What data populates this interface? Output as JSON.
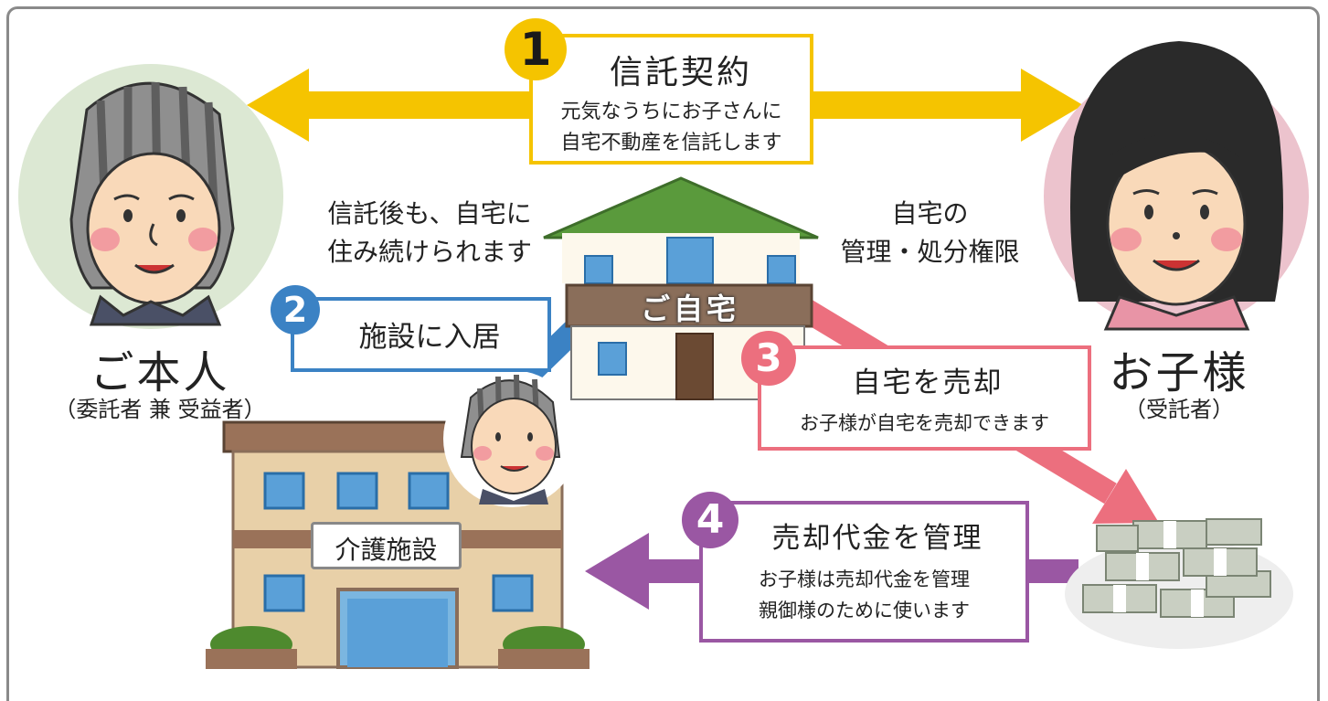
{
  "colors": {
    "yellow": "#f5c400",
    "blue": "#3b82c4",
    "pink": "#ec6f7e",
    "purple": "#9a57a3",
    "frame": "#8a8a8a"
  },
  "step1": {
    "number": "1",
    "title": "信託契約",
    "line1": "元気なうちにお子さんに",
    "line2": "自宅不動産を信託します"
  },
  "step2": {
    "number": "2",
    "title": "施設に入居"
  },
  "step3": {
    "number": "3",
    "title": "自宅を売却",
    "line1": "お子様が自宅を売却できます"
  },
  "step4": {
    "number": "4",
    "title": "売却代金を管理",
    "line1": "お子様は売却代金を管理",
    "line2": "親御様のために使います"
  },
  "principal": {
    "name": "ご本人",
    "role": "（委託者 兼 受益者）"
  },
  "child": {
    "name": "お子様",
    "role": "（受託者）"
  },
  "note_left": {
    "line1": "信託後も、自宅に",
    "line2": "住み続けられます"
  },
  "note_right": {
    "line1": "自宅の",
    "line2": "管理・処分権限"
  },
  "home_label": "ご自宅",
  "facility_label": "介護施設",
  "icons": [
    "elderly-man-icon",
    "child-woman-icon",
    "house-icon",
    "care-facility-icon",
    "money-stack-icon"
  ]
}
